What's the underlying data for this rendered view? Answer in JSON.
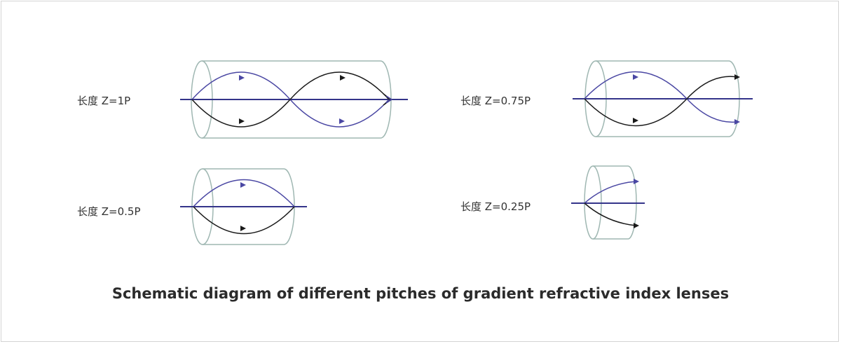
{
  "caption": "Schematic diagram of different pitches of gradient refractive index lenses",
  "lenses": [
    {
      "label": "长度 Z=1P",
      "pitch": 1.0
    },
    {
      "label": "长度 Z=0.75P",
      "pitch": 0.75
    },
    {
      "label": "长度 Z=0.5P",
      "pitch": 0.5
    },
    {
      "label": "长度 Z=0.25P",
      "pitch": 0.25
    }
  ],
  "colors": {
    "cylinder": "#9fb7b2",
    "axis": "#34348a",
    "ray_blue": "#4a47a3",
    "ray_black": "#1a1a1a",
    "caption": "#2b2b2b",
    "label": "#333333"
  }
}
